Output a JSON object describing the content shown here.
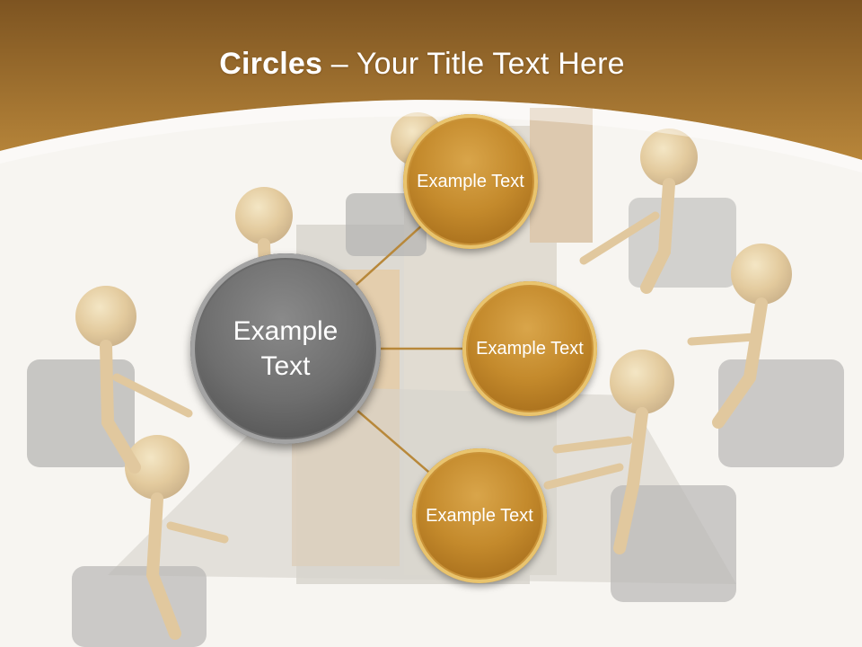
{
  "title": {
    "bold": "Circles",
    "rest": " – Your Title Text Here"
  },
  "center": {
    "label": "Example Text"
  },
  "satellites": [
    {
      "label": "Example Text"
    },
    {
      "label": "Example Text"
    },
    {
      "label": "Example Text"
    }
  ],
  "colors": {
    "header": "#b07c2f",
    "gold": "#c48a2c",
    "gray": "#6e6e6e",
    "line": "#b8883a"
  }
}
